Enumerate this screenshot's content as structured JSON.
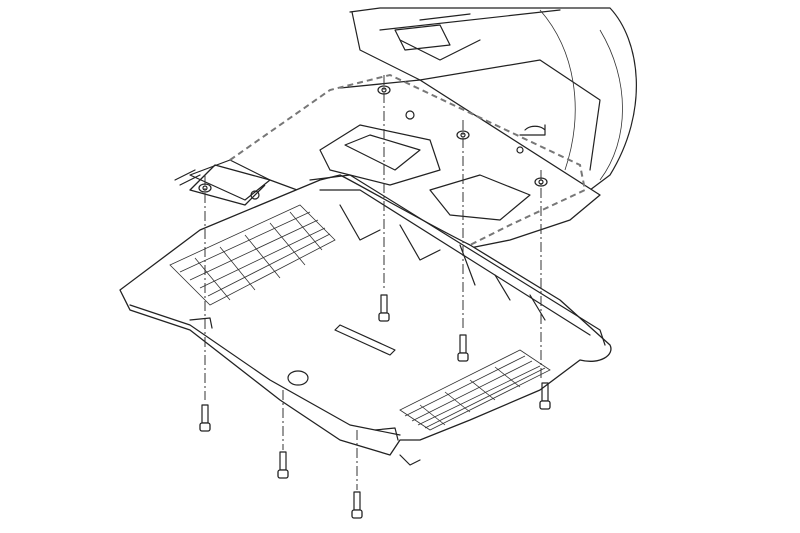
{
  "diagram": {
    "kind": "exploded-assembly",
    "stroke_color": "#222222",
    "hidden_line_color": "#777777",
    "background": "#ffffff",
    "screws": [
      {
        "id": "screw-1"
      },
      {
        "id": "screw-2"
      },
      {
        "id": "screw-3"
      },
      {
        "id": "screw-4"
      },
      {
        "id": "screw-5"
      },
      {
        "id": "screw-6"
      }
    ],
    "nuts": [
      {
        "id": "nut-1"
      },
      {
        "id": "nut-2"
      },
      {
        "id": "nut-3"
      },
      {
        "id": "nut-4"
      }
    ]
  }
}
